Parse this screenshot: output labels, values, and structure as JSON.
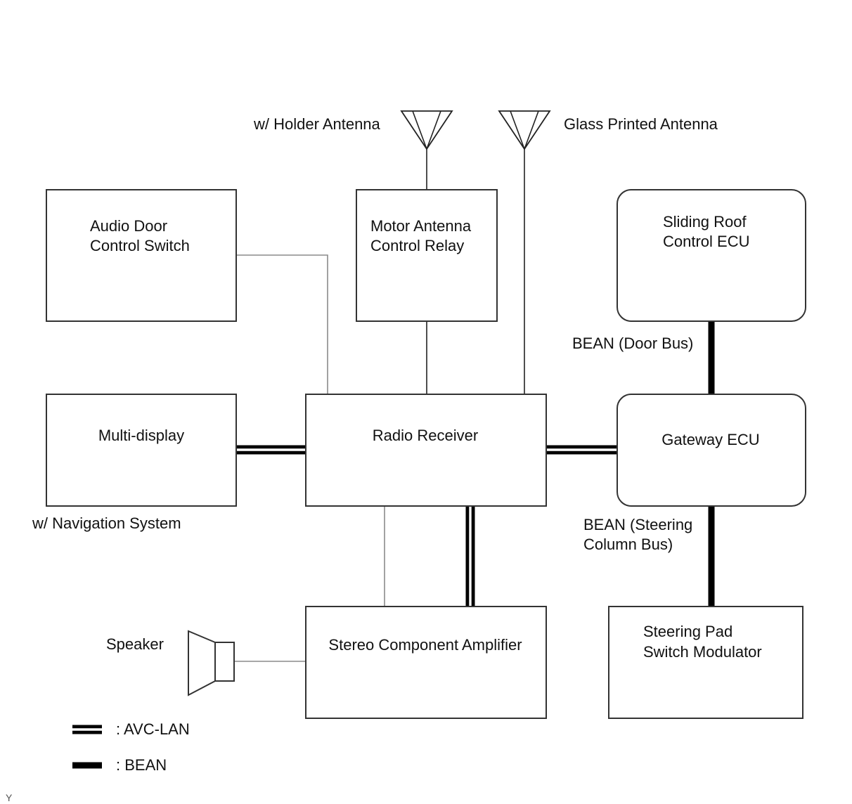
{
  "diagram": {
    "antennas": {
      "holder_label": "w/ Holder Antenna",
      "glass_label": "Glass Printed Antenna"
    },
    "nodes": {
      "audio_door": [
        "Audio Door",
        "Control Switch"
      ],
      "motor_antenna": [
        "Motor Antenna",
        "Control Relay"
      ],
      "sliding_roof": [
        "Sliding Roof",
        "Control ECU"
      ],
      "multi_display": [
        "Multi-display"
      ],
      "radio_receiver": [
        "Radio Receiver"
      ],
      "gateway": [
        "Gateway ECU"
      ],
      "amplifier": [
        "Stereo Component Amplifier"
      ],
      "steering_pad": [
        "Steering Pad",
        "Switch Modulator"
      ]
    },
    "labels": {
      "navigation_note": "w/ Navigation System",
      "door_bus": "BEAN (Door Bus)",
      "steering_bus": [
        "BEAN (Steering",
        "Column Bus)"
      ],
      "speaker": "Speaker"
    },
    "legend": {
      "avc_lan": ": AVC-LAN",
      "bean": ": BEAN"
    },
    "corner_mark": "Y"
  }
}
